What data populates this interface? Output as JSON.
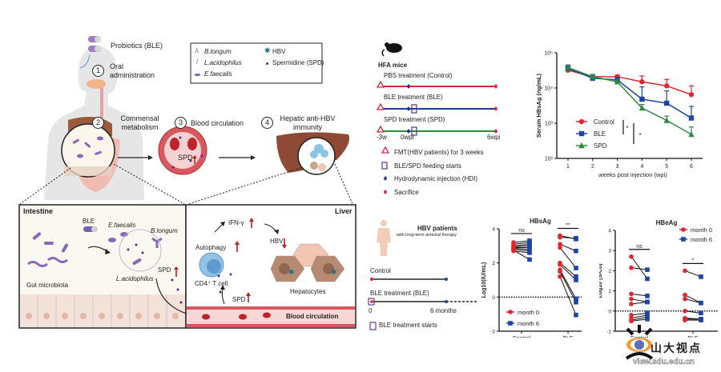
{
  "left_panel": {
    "probiotics_label": "Probiotics (BLE)",
    "steps": [
      {
        "num": "1",
        "label": "Oral administration"
      },
      {
        "num": "2",
        "label": "Commensal metabolism"
      },
      {
        "num": "3",
        "label": "Blood circulation"
      },
      {
        "num": "4",
        "label": "Hepatic anti-HBV immunity"
      }
    ],
    "spd_label": "SPD",
    "legend": [
      {
        "label": "B.longum",
        "icon": "y-bacterium-icon",
        "italic": true
      },
      {
        "label": "HBV",
        "icon": "virus-star-icon",
        "italic": false
      },
      {
        "label": "L.acidophilus",
        "icon": "rod-bacterium-icon",
        "italic": true
      },
      {
        "label": "Spermidine (SPD)",
        "icon": "purple-dot-icon",
        "italic": false
      },
      {
        "label": "E.faecalis",
        "icon": "oval-bacterium-icon",
        "italic": true
      }
    ],
    "intestine": {
      "title": "Intestine",
      "ble": "BLE",
      "gut_microbiota": "Gut microbiota",
      "e_faecalis": "E.faecalis",
      "b_longum": "B.longum",
      "l_acidophilus": "L.acidophilus",
      "spd": "SPD"
    },
    "liver": {
      "title": "Liver",
      "ifn": "IFN-γ",
      "autophagy": "Autophagy",
      "hbv": "HBV",
      "cd4": "CD4⁺ T cell",
      "spd": "SPD",
      "hepatocytes": "Hepatocytes",
      "blood": "Blood circulation"
    }
  },
  "mice_timeline": {
    "title": "HFA mice",
    "groups": [
      {
        "label": "PBS treatment (Control)",
        "color": "#d7263d",
        "feeding": false
      },
      {
        "label": "BLE treatment (BLE)",
        "color": "#1f3a93",
        "feeding": true
      },
      {
        "label": "SPD treatment (SPD)",
        "color": "#2e8b3e",
        "feeding": true
      }
    ],
    "ticks": [
      "-3w",
      "0wpi",
      "6wpi"
    ],
    "legend": [
      {
        "icon": "red-triangle-icon",
        "label": "FMT(HBV patients) for 3 weeks"
      },
      {
        "icon": "purple-square-icon",
        "label": "BLE/SPD feeding starts"
      },
      {
        "icon": "blue-dot-icon",
        "label": "Hydrodynamic injection (HDI)"
      },
      {
        "icon": "red-dot-icon",
        "label": "Sacrifice"
      }
    ]
  },
  "patient_timeline": {
    "title": "HBV patients",
    "subtitle": "with long-term antiviral therapy",
    "groups": [
      {
        "label": "Control"
      },
      {
        "label": "BLE treatment (BLE)"
      }
    ],
    "ticks": [
      "0",
      "6 months"
    ],
    "legend": "BLE treatment starts"
  },
  "chart_data": [
    {
      "type": "line",
      "title": "",
      "xlabel": "weeks post injection (wpi)",
      "ylabel": "Serum HBsAg (ng/mL)",
      "yscale": "log",
      "ylim": [
        100,
        100000
      ],
      "yticks": [
        "10²",
        "10³",
        "10⁴",
        "10⁵"
      ],
      "x": [
        1,
        2,
        3,
        4,
        5,
        6
      ],
      "series": [
        {
          "name": "Control",
          "color": "#e0262e",
          "marker": "circle",
          "values": [
            32000,
            21000,
            21000,
            15000,
            11500,
            6500
          ],
          "err": [
            5000,
            3000,
            2500,
            7000,
            6000,
            5000
          ]
        },
        {
          "name": "BLE",
          "color": "#1d44a6",
          "marker": "square",
          "values": [
            36000,
            19000,
            17000,
            4800,
            3700,
            1400
          ],
          "err": [
            9000,
            5000,
            3000,
            6000,
            4600,
            1600
          ]
        },
        {
          "name": "SPD",
          "color": "#2e8b3e",
          "marker": "triangle",
          "values": [
            38000,
            21000,
            15000,
            2700,
            1200,
            480
          ],
          "err": [
            5000,
            3000,
            2000,
            700,
            400,
            300
          ]
        }
      ],
      "annotations": [
        "*",
        "*"
      ],
      "legend": "bottom-left"
    },
    {
      "type": "scatter",
      "title": "HBsAg",
      "ylabel": "Log10(IU/mL)",
      "ylim": [
        -2,
        4
      ],
      "yticks": [
        "-2",
        "0",
        "2",
        "4"
      ],
      "categories": [
        "Control",
        "BLE"
      ],
      "significance": [
        "ns",
        "**"
      ],
      "series": [
        {
          "name": "month 0",
          "color": "#e0262e"
        },
        {
          "name": "month 6",
          "color": "#1d44a6"
        }
      ],
      "pairs": {
        "Control": [
          [
            3.2,
            3.3
          ],
          [
            3.1,
            3.2
          ],
          [
            3.0,
            3.1
          ],
          [
            2.95,
            3.0
          ],
          [
            2.9,
            2.9
          ],
          [
            2.85,
            2.8
          ],
          [
            2.8,
            2.7
          ],
          [
            2.7,
            2.6
          ],
          [
            2.75,
            2.2
          ]
        ],
        "BLE": [
          [
            3.6,
            3.4
          ],
          [
            3.5,
            3.45
          ],
          [
            3.1,
            2.7
          ],
          [
            2.9,
            1.7
          ],
          [
            2.0,
            1.2
          ],
          [
            1.9,
            1.0
          ],
          [
            1.6,
            -0.1
          ],
          [
            1.5,
            -0.3
          ],
          [
            1.2,
            -1.05
          ]
        ]
      },
      "legend": "bottom-left"
    },
    {
      "type": "scatter",
      "title": "HBeAg",
      "ylabel": "Log10 (S/Co)",
      "ylim": [
        -1,
        4
      ],
      "yticks": [
        "-1",
        "0",
        "1",
        "2",
        "3",
        "4"
      ],
      "categories": [
        "Control",
        "BLE"
      ],
      "significance": [
        "ns",
        "*"
      ],
      "series": [
        {
          "name": "month 0",
          "color": "#e0262e"
        },
        {
          "name": "month 6",
          "color": "#1d44a6"
        }
      ],
      "pairs": {
        "Control": [
          [
            2.7,
            1.6
          ],
          [
            2.15,
            2.05
          ],
          [
            0.85,
            0.75
          ],
          [
            0.6,
            0.45
          ],
          [
            0.35,
            0.45
          ],
          [
            -0.2,
            -0.1
          ],
          [
            -0.35,
            -0.2
          ],
          [
            -0.45,
            -0.3
          ],
          [
            -0.5,
            -0.4
          ]
        ],
        "BLE": [
          [
            2.0,
            1.7
          ],
          [
            0.8,
            0.4
          ],
          [
            0.6,
            0.4
          ],
          [
            0.0,
            -0.1
          ],
          [
            -0.35,
            -0.4
          ],
          [
            -0.4,
            -0.4
          ],
          [
            -0.45,
            -0.45
          ]
        ]
      },
      "legend": "top-right"
    }
  ],
  "watermark": {
    "text": "山大视点",
    "url_text": "view.sdu.edu.cn"
  }
}
